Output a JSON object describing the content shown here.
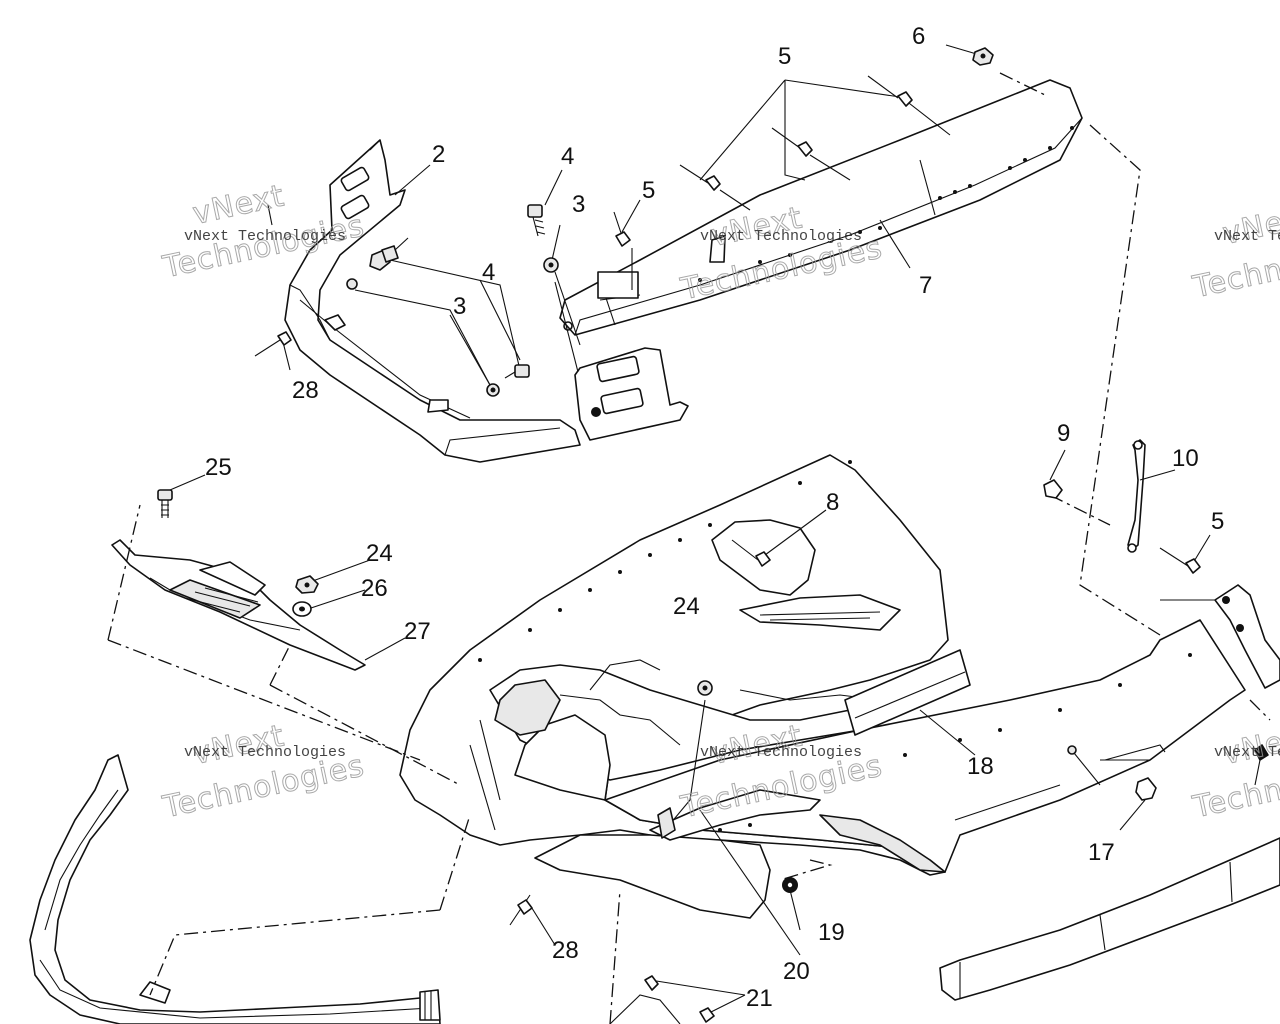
{
  "watermark": {
    "line1": "vNext Technologies",
    "line2": "vNext",
    "line3": "Technologies"
  },
  "callouts": [
    {
      "id": "c2",
      "label": "2"
    },
    {
      "id": "c3a",
      "label": "3"
    },
    {
      "id": "c3b",
      "label": "3"
    },
    {
      "id": "c4a",
      "label": "4"
    },
    {
      "id": "c4b",
      "label": "4"
    },
    {
      "id": "c5a",
      "label": "5"
    },
    {
      "id": "c5b",
      "label": "5"
    },
    {
      "id": "c5c",
      "label": "5"
    },
    {
      "id": "c6",
      "label": "6"
    },
    {
      "id": "c7",
      "label": "7"
    },
    {
      "id": "c8",
      "label": "8"
    },
    {
      "id": "c9",
      "label": "9"
    },
    {
      "id": "c10",
      "label": "10"
    },
    {
      "id": "c17",
      "label": "17"
    },
    {
      "id": "c18",
      "label": "18"
    },
    {
      "id": "c19",
      "label": "19"
    },
    {
      "id": "c20",
      "label": "20"
    },
    {
      "id": "c21",
      "label": "21"
    },
    {
      "id": "c24a",
      "label": "24"
    },
    {
      "id": "c24b",
      "label": "24"
    },
    {
      "id": "c25",
      "label": "25"
    },
    {
      "id": "c26",
      "label": "26"
    },
    {
      "id": "c27",
      "label": "27"
    },
    {
      "id": "c28a",
      "label": "28"
    },
    {
      "id": "c28b",
      "label": "28"
    }
  ]
}
